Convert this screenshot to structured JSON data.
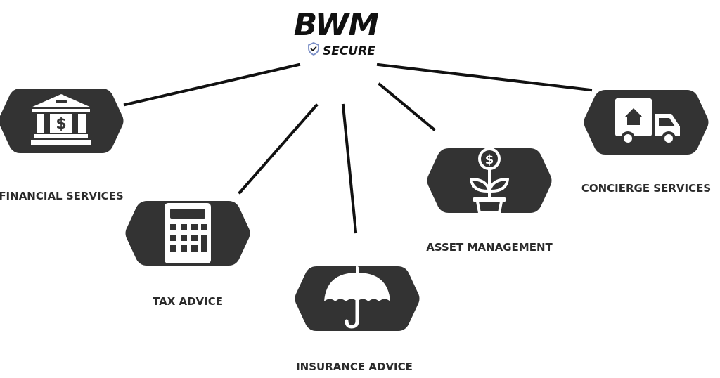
{
  "logo": {
    "main": "BWM",
    "secure": "SECURE",
    "icon": "shield-check-icon",
    "shield_color": "#7b8fc7"
  },
  "colors": {
    "node_fill": "#333333",
    "connector": "#111111",
    "label": "#2b2b2b"
  },
  "nodes": [
    {
      "id": "financial-services",
      "label": "FINANCIAL SERVICES",
      "icon": "bank-icon"
    },
    {
      "id": "tax-advice",
      "label": "TAX ADVICE",
      "icon": "calculator-icon"
    },
    {
      "id": "insurance-advice",
      "label": "INSURANCE ADVICE",
      "icon": "umbrella-icon"
    },
    {
      "id": "asset-management",
      "label": "ASSET MANAGEMENT",
      "icon": "money-plant-icon"
    },
    {
      "id": "concierge-services",
      "label": "CONCIERGE SERVICES",
      "icon": "moving-truck-icon"
    }
  ]
}
